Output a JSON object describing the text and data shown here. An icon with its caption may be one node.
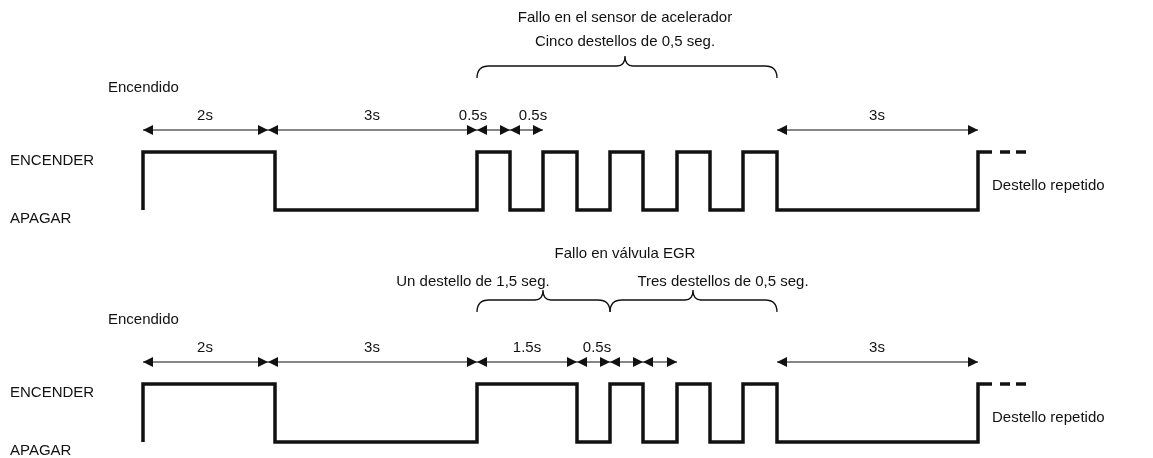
{
  "diagram": {
    "labels": [
      "Fallo en el sensor de acelerador",
      "Cinco destellos de 0,5 seg.",
      "Encendido",
      "2s",
      "3s",
      "0.5s",
      "0.5s",
      "3s",
      "ENCENDER",
      "Destello repetido",
      "APAGAR",
      "Fallo en válvula EGR",
      "Un destello de 1,5 seg.",
      "Tres destellos de 0,5 seg.",
      "Encendido",
      "2s",
      "3s",
      "1.5s",
      "0.5s",
      "3s",
      "ENCENDER",
      "Destello repetido",
      "APAGAR"
    ]
  }
}
